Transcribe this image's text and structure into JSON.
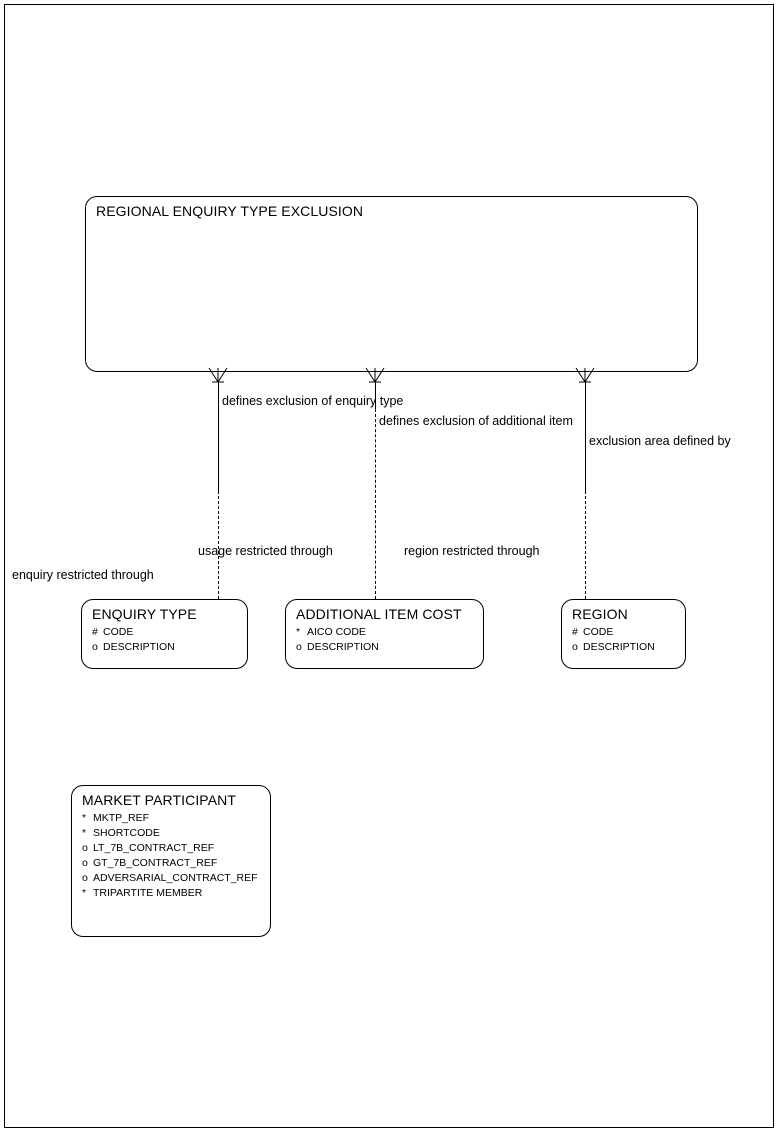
{
  "diagram": {
    "type": "entity-relationship-diagram",
    "notation": "barker-crows-foot",
    "page_border_color": "#000000",
    "line_color": "#000000",
    "background": "#ffffff"
  },
  "entities": [
    {
      "id": "regional-enquiry-type-exclusion",
      "title": "REGIONAL ENQUIRY TYPE EXCLUSION",
      "attributes": []
    },
    {
      "id": "enquiry-type",
      "title": "ENQUIRY TYPE",
      "attributes": [
        {
          "marker": "#",
          "name": "CODE"
        },
        {
          "marker": "o",
          "name": "DESCRIPTION"
        }
      ]
    },
    {
      "id": "additional-item-cost",
      "title": "ADDITIONAL ITEM COST",
      "attributes": [
        {
          "marker": "*",
          "name": "AICO CODE"
        },
        {
          "marker": "o",
          "name": "DESCRIPTION"
        }
      ]
    },
    {
      "id": "region",
      "title": "REGION",
      "attributes": [
        {
          "marker": "#",
          "name": "CODE"
        },
        {
          "marker": "o",
          "name": "DESCRIPTION"
        }
      ]
    },
    {
      "id": "market-participant",
      "title": "MARKET PARTICIPANT",
      "attributes": [
        {
          "marker": "*",
          "name": "MKTP_REF"
        },
        {
          "marker": "*",
          "name": "SHORTCODE"
        },
        {
          "marker": "o",
          "name": "LT_7B_CONTRACT_REF"
        },
        {
          "marker": "o",
          "name": "GT_7B_CONTRACT_REF"
        },
        {
          "marker": "o",
          "name": "ADVERSARIAL_CONTRACT_REF"
        },
        {
          "marker": "*",
          "name": "TRIPARTITE MEMBER"
        }
      ]
    }
  ],
  "relationships": [
    {
      "id": "rel-enquiry-type",
      "from_label": "defines exclusion of enquiry type",
      "to_label": "enquiry restricted through",
      "mid_label": "usage restricted through"
    },
    {
      "id": "rel-additional-item",
      "from_label": "defines exclusion of additional item",
      "to_label": "region restricted through"
    },
    {
      "id": "rel-region",
      "from_label": "exclusion area defined by"
    }
  ],
  "labels": {
    "defines_exclusion_of_enquiry_type": "defines exclusion of enquiry type",
    "defines_exclusion_of_additional_item": "defines exclusion of additional item",
    "exclusion_area_defined_by": "exclusion area defined by",
    "enquiry_restricted_through": "enquiry restricted through",
    "usage_restricted_through": "usage restricted through",
    "region_restricted_through": "region restricted through"
  }
}
